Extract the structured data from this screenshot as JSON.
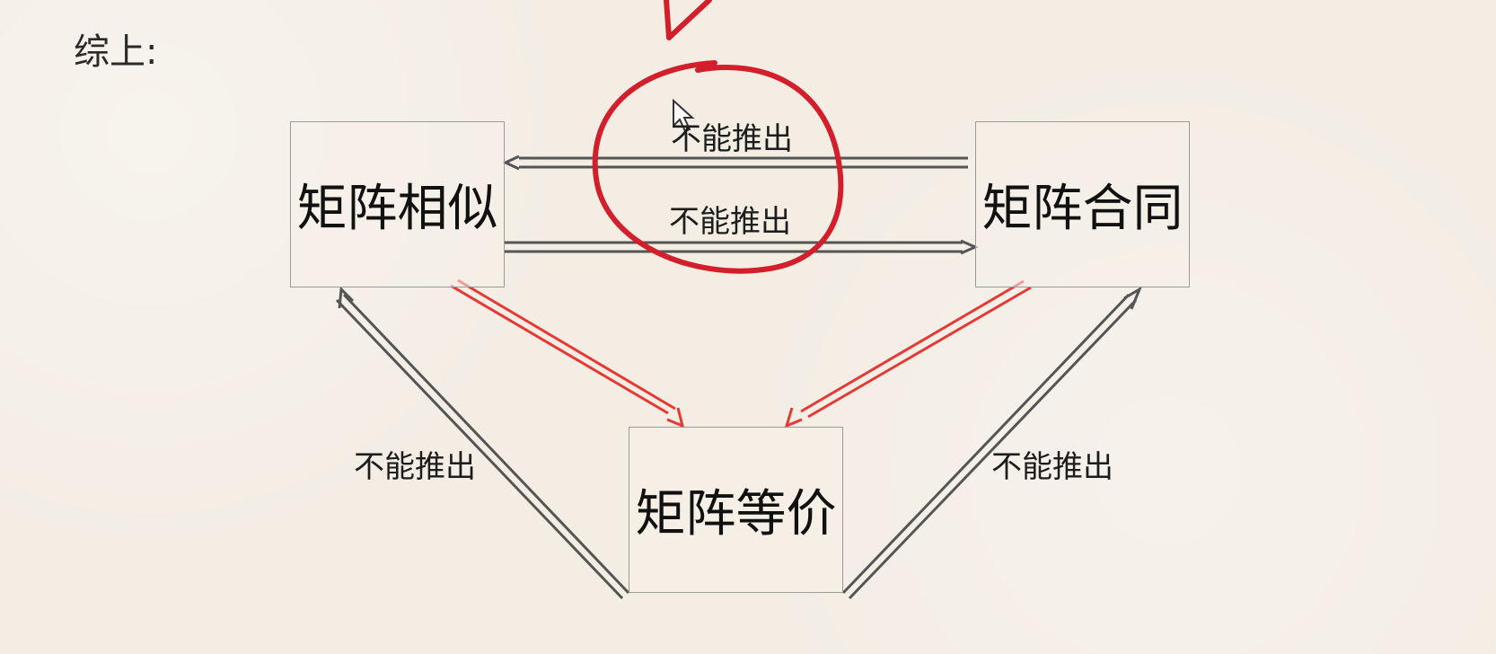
{
  "summary_label": "综上:",
  "nodes": {
    "similar": "矩阵相似",
    "congruent": "矩阵合同",
    "equivalent": "矩阵等价"
  },
  "edge_labels": {
    "congruent_to_similar": "不能推出",
    "similar_to_congruent": "不能推出",
    "equivalent_to_similar": "不能推出",
    "equivalent_to_congruent": "不能推出"
  },
  "colors": {
    "background": "#f3ede4",
    "box_border": "#9a9a9a",
    "gray_arrow": "#555555",
    "red_arrow": "#e53935",
    "circle": "#d21f2b"
  }
}
